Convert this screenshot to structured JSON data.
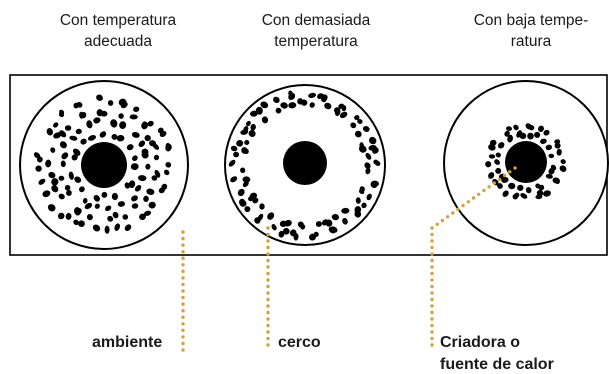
{
  "captions": {
    "adequate": "Con temperatura\nadecuada",
    "too_hot": "Con demasiada\ntemperatura",
    "too_cold": "Con baja tempe-\nratura"
  },
  "labels": {
    "ambient": "ambiente",
    "fence": "cerco",
    "heater": "Criadora o\nfuente de calor"
  },
  "colors": {
    "ink": "#000000",
    "leader": "#d4a13a",
    "text": "#1a1a1a"
  }
}
